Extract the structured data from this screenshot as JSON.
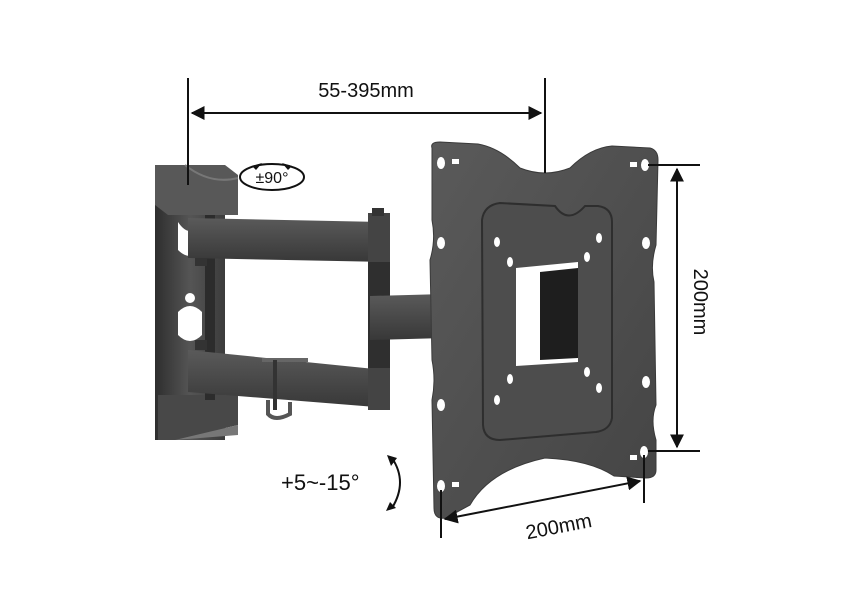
{
  "diagram": {
    "subject": "Full-motion TV wall mount bracket",
    "colors": {
      "background": "#ffffff",
      "metal_dark": "#3a3a3a",
      "metal_mid": "#505050",
      "metal_light": "#6a6a6a",
      "plate": "#4a4a4a",
      "annotation": "#111111"
    },
    "annotations": {
      "extension_range": "55-395mm",
      "swivel": "±90°",
      "tilt": "+5~-15°",
      "vesa_horizontal": "200mm",
      "vesa_vertical": "200mm"
    }
  }
}
